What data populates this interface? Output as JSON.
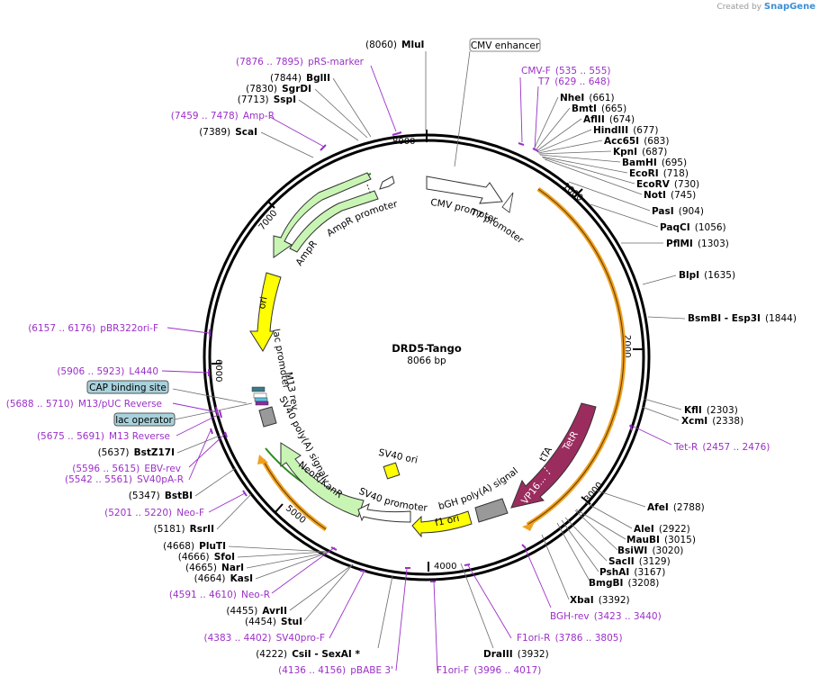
{
  "credit": {
    "prefix": "Created by",
    "brand": "SnapGene"
  },
  "plasmid": {
    "name": "DRD5-Tango",
    "length": "8066 bp"
  },
  "ticks": [
    "1000",
    "2000",
    "3000",
    "4000",
    "5000",
    "6000",
    "7000",
    "8000"
  ],
  "boxed_labels": [
    "CMV enhancer",
    "CAP binding site",
    "lac operator"
  ],
  "enzymes_right": [
    {
      "name": "MluI",
      "pos": "(8060)"
    },
    {
      "name": "NheI",
      "pos": "(661)"
    },
    {
      "name": "BmtI",
      "pos": "(665)"
    },
    {
      "name": "AflII",
      "pos": "(674)"
    },
    {
      "name": "HindIII",
      "pos": "(677)"
    },
    {
      "name": "Acc65I",
      "pos": "(683)"
    },
    {
      "name": "KpnI",
      "pos": "(687)"
    },
    {
      "name": "BamHI",
      "pos": "(695)"
    },
    {
      "name": "EcoRI",
      "pos": "(718)"
    },
    {
      "name": "EcoRV",
      "pos": "(730)"
    },
    {
      "name": "NotI",
      "pos": "(745)"
    },
    {
      "name": "PasI",
      "pos": "(904)"
    },
    {
      "name": "PaqCI",
      "pos": "(1056)"
    },
    {
      "name": "PflMI",
      "pos": "(1303)"
    },
    {
      "name": "BlpI",
      "pos": "(1635)"
    },
    {
      "name": "BsmBI  - Esp3I",
      "pos": "(1844)"
    },
    {
      "name": "KflI",
      "pos": "(2303)"
    },
    {
      "name": "XcmI",
      "pos": "(2338)"
    },
    {
      "name": "AfeI",
      "pos": "(2788)"
    },
    {
      "name": "AleI",
      "pos": "(2922)"
    },
    {
      "name": "MauBI",
      "pos": "(3015)"
    },
    {
      "name": "BsiWI",
      "pos": "(3020)"
    },
    {
      "name": "SacII",
      "pos": "(3129)"
    },
    {
      "name": "PshAI",
      "pos": "(3167)"
    },
    {
      "name": "BmgBI",
      "pos": "(3208)"
    },
    {
      "name": "XbaI",
      "pos": "(3392)"
    },
    {
      "name": "DraIII",
      "pos": "(3932)"
    }
  ],
  "enzymes_left": [
    {
      "name": "BglII",
      "pos": "(7844)"
    },
    {
      "name": "SgrDI",
      "pos": "(7830)"
    },
    {
      "name": "SspI",
      "pos": "(7713)"
    },
    {
      "name": "ScaI",
      "pos": "(7389)"
    },
    {
      "name": "BstZ17I",
      "pos": "(5637)"
    },
    {
      "name": "BstBI",
      "pos": "(5347)"
    },
    {
      "name": "RsrII",
      "pos": "(5181)"
    },
    {
      "name": "PluTI",
      "pos": "(4668)"
    },
    {
      "name": "SfoI",
      "pos": "(4666)"
    },
    {
      "name": "NarI",
      "pos": "(4665)"
    },
    {
      "name": "KasI",
      "pos": "(4664)"
    },
    {
      "name": "AvrII",
      "pos": "(4455)"
    },
    {
      "name": "StuI",
      "pos": "(4454)"
    },
    {
      "name": "CsiI  - SexAI *",
      "pos": "(4222)"
    }
  ],
  "primers": [
    {
      "name": "pRS-marker",
      "range": "(7876 .. 7895)"
    },
    {
      "name": "Amp-R",
      "range": "(7459 .. 7478)"
    },
    {
      "name": "CMV-F",
      "range": "(535 .. 555)"
    },
    {
      "name": "T7",
      "range": "(629 .. 648)"
    },
    {
      "name": "pBR322ori-F",
      "range": "(6157 .. 6176)"
    },
    {
      "name": "L4440",
      "range": "(5906 .. 5923)"
    },
    {
      "name": "M13/pUC Reverse",
      "range": "(5688 .. 5710)"
    },
    {
      "name": "M13 Reverse",
      "range": "(5675 .. 5691)"
    },
    {
      "name": "EBV-rev",
      "range": "(5596 .. 5615)"
    },
    {
      "name": "SV40pA-R",
      "range": "(5542 .. 5561)"
    },
    {
      "name": "Neo-F",
      "range": "(5201 .. 5220)"
    },
    {
      "name": "Neo-R",
      "range": "(4591 .. 4610)"
    },
    {
      "name": "SV40pro-F",
      "range": "(4383 .. 4402)"
    },
    {
      "name": "pBABE 3'",
      "range": "(4136 .. 4156)"
    },
    {
      "name": "F1ori-F",
      "range": "(3996 .. 4017)"
    },
    {
      "name": "F1ori-R",
      "range": "(3786 .. 3805)"
    },
    {
      "name": "BGH-rev",
      "range": "(3423 .. 3440)"
    },
    {
      "name": "Tet-R",
      "range": "(2457 .. 2476)"
    }
  ],
  "features": {
    "cmv_promoter": "CMV promoter",
    "t7_promoter": "T7 promoter",
    "ampr": "AmpR",
    "ampr_promoter": "AmpR promoter",
    "ori": "ori",
    "lac_promoter": "lac promoter",
    "m13_rev": "M13 rev",
    "sv40_polya": "SV40 poly(A) signal",
    "neor": "NeoR/KanR",
    "sv40_ori": "SV40 ori",
    "sv40_promoter": "SV40 promoter",
    "f1_ori": "f1 ori",
    "bgh": "bGH poly(A) signal",
    "tta": "tTA",
    "tetr": "TetR",
    "vp16": "VP16..."
  },
  "colors": {
    "promoter_green": "#c8f5b4",
    "ori_yellow": "#ffff00",
    "tta_maroon": "#9b2c5e",
    "primer_purple": "#9b30c8",
    "orange_arc": "#f0a020"
  }
}
